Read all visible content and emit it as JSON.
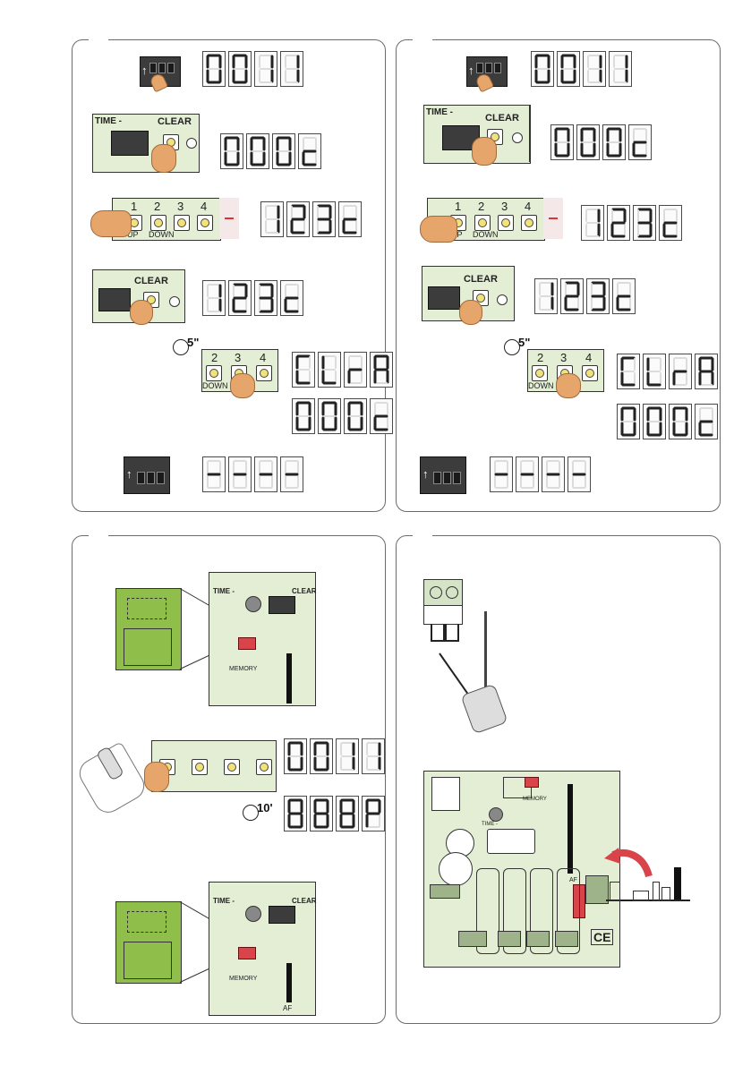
{
  "labels": {
    "clear": "CLEAR",
    "time": "TIME -",
    "up": "UP",
    "down": "DOWN",
    "memory": "MEMORY",
    "af": "AF",
    "ce": "CE",
    "buttons": [
      "1",
      "2",
      "3",
      "4"
    ],
    "buttons_short": [
      "2",
      "3",
      "4"
    ]
  },
  "timers": {
    "five_seconds": "5\"",
    "ten_minutes": "10'"
  },
  "displays": {
    "start": [
      "0",
      "0",
      "1",
      "1"
    ],
    "code_blank": [
      "0",
      "0",
      "0",
      "c"
    ],
    "code_entered": [
      "1",
      "2",
      "3",
      "c"
    ],
    "clear_all": [
      "C",
      "L",
      "r",
      "A"
    ],
    "dashes": [
      "-",
      "-",
      "-",
      "-"
    ],
    "remote_wait": [
      "8",
      "8",
      "8",
      "P"
    ]
  },
  "colors": {
    "board": "#e3eed5",
    "button": "#f1e27a",
    "green_block": "#8fbf4a",
    "red": "#d9434a",
    "hand": "#e6a56a"
  }
}
